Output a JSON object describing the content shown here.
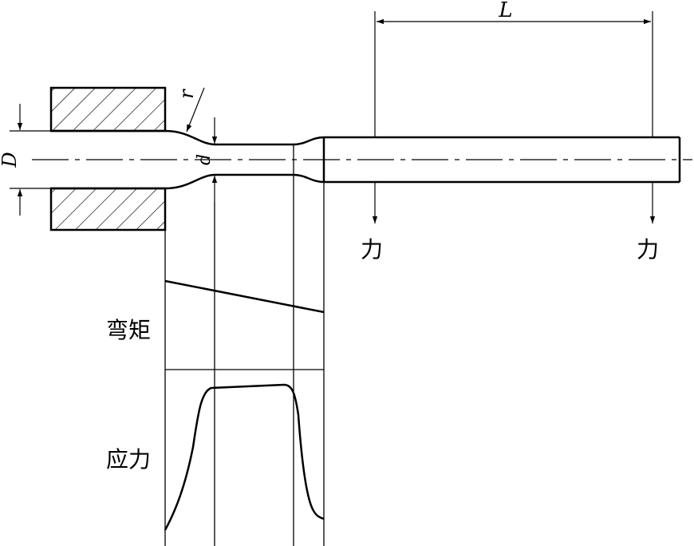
{
  "labels": {
    "length": "L",
    "radius": "r",
    "outer_diameter": "D",
    "inner_diameter": "d",
    "force_left": "力",
    "force_right": "力",
    "bending_moment": "弯矩",
    "stress": "应力"
  },
  "colors": {
    "line": "#000000",
    "background": "#ffffff"
  }
}
